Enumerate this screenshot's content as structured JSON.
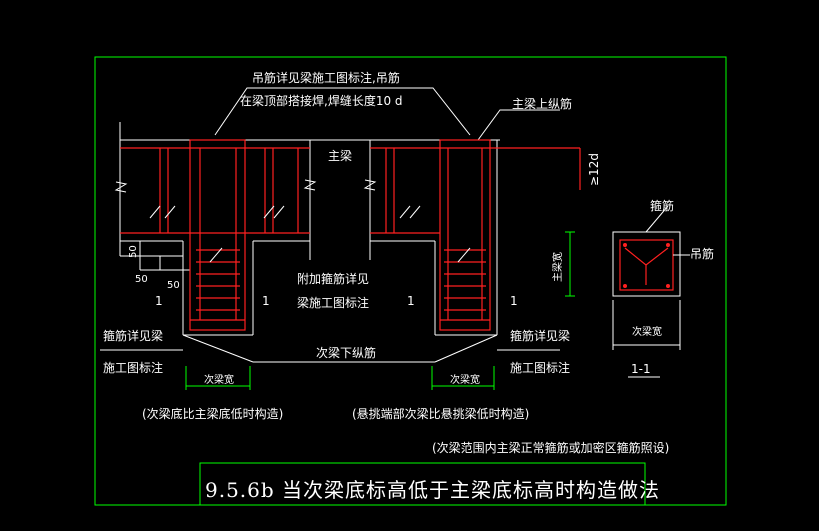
{
  "colors": {
    "background": "#000000",
    "frame": "#00ff00",
    "rebar": "#ff2020",
    "line": "#ffffff"
  },
  "labels": {
    "hanger_note_1": "吊筋详见梁施工图标注,吊筋",
    "hanger_note_2": "在梁顶部搭接焊,焊缝长度10 d",
    "main_beam": "主梁",
    "main_beam_top_bar": "主梁上纵筋",
    "dim_12d": "≥12d",
    "extra_stirrup_1": "附加箍筋详见",
    "extra_stirrup_2": "梁施工图标注",
    "stirrup_left_1": "箍筋详见梁",
    "stirrup_left_2": "施工图标注",
    "stirrup_right_1": "箍筋详见梁",
    "stirrup_right_2": "施工图标注",
    "sec_beam_bottom_bar": "次梁下纵筋",
    "sec_beam_width_left": "次梁宽",
    "sec_beam_width_right": "次梁宽",
    "dim_50_a": "50",
    "dim_50_b": "50",
    "dim_50_c": "50",
    "cut_1a": "1",
    "cut_1b": "1",
    "cut_1c": "1",
    "cut_1d": "1",
    "caption_left": "(次梁底比主梁底低时构造)",
    "caption_right": "(悬挑端部次梁比悬挑梁低时构造)",
    "note_bottom": "(次梁范围内主梁正常箍筋或加密区箍筋照设)",
    "section_stirrup": "箍筋",
    "section_hanger": "吊筋",
    "section_main_width": "主梁宽",
    "section_sec_width": "次梁宽",
    "section_name": "1-1",
    "title": "9.5.6b 当次梁底标高低于主梁底标高时构造做法"
  }
}
